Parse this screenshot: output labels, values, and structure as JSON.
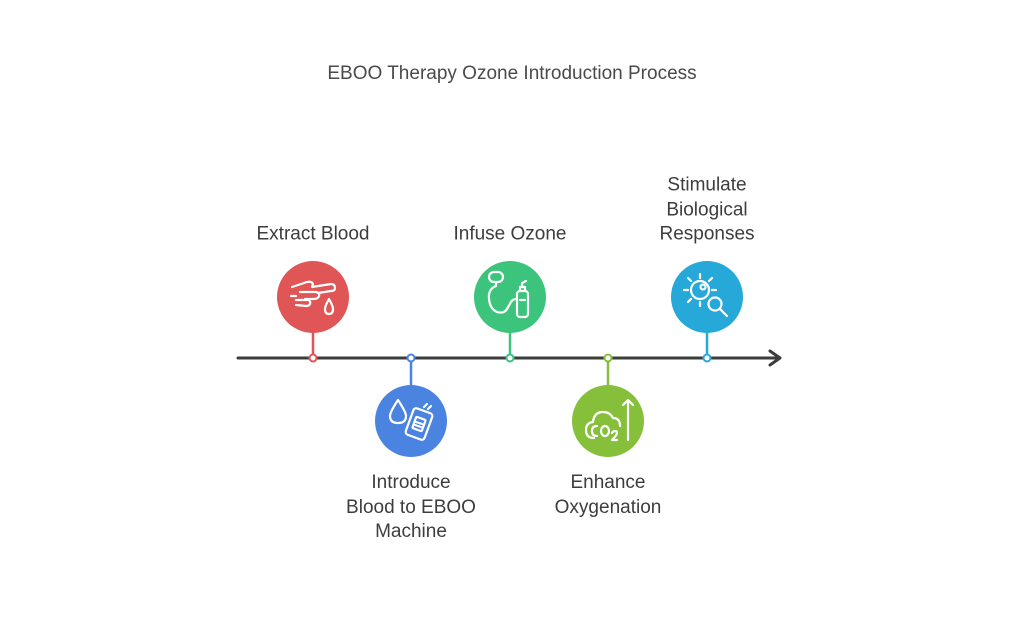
{
  "title": "EBOO Therapy Ozone Introduction Process",
  "steps": [
    {
      "label": "Extract Blood",
      "position": "above",
      "color": "#e05555",
      "icon": "hand-drip-icon"
    },
    {
      "label": "Introduce Blood to EBOO Machine",
      "label_lines": "Introduce\nBlood to EBOO\nMachine",
      "position": "below",
      "color": "#4a84e0",
      "icon": "blood-bag-icon"
    },
    {
      "label": "Infuse Ozone",
      "position": "above",
      "color": "#3cc47c",
      "icon": "ozone-tank-icon"
    },
    {
      "label": "Enhance Oxygenation",
      "label_lines": "Enhance\nOxygenation",
      "position": "below",
      "color": "#86bf3a",
      "icon": "co2-cloud-icon"
    },
    {
      "label": "Stimulate Biological Responses",
      "label_lines": "Stimulate\nBiological\nResponses",
      "position": "above",
      "color": "#26a9d9",
      "icon": "cell-search-icon"
    }
  ],
  "colors": {
    "axis": "#3d3d3d",
    "text": "#3d3d3d"
  }
}
